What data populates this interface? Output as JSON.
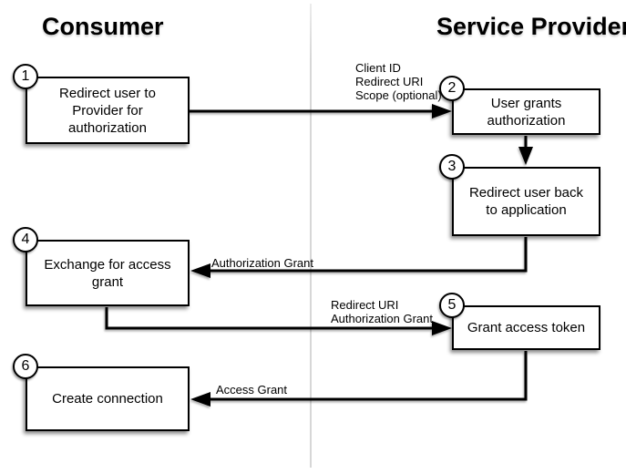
{
  "headers": {
    "consumer": "Consumer",
    "service_provider": "Service Provider"
  },
  "boxes": [
    {
      "number": "1",
      "column": "consumer",
      "text": "Redirect user to\nProvider for\nauthorization"
    },
    {
      "number": "2",
      "column": "service_provider",
      "text": "User grants\nauthorization"
    },
    {
      "number": "3",
      "column": "service_provider",
      "text": "Redirect user back\nto application"
    },
    {
      "number": "4",
      "column": "consumer",
      "text": "Exchange for access\ngrant"
    },
    {
      "number": "5",
      "column": "service_provider",
      "text": "Grant access token"
    },
    {
      "number": "6",
      "column": "consumer",
      "text": "Create connection"
    }
  ],
  "arrows": [
    {
      "from": "1",
      "to": "2",
      "label": "Client ID\nRedirect URI\nScope (optional)"
    },
    {
      "from": "2",
      "to": "3",
      "label": ""
    },
    {
      "from": "3",
      "to": "4",
      "label": "Authorization Grant"
    },
    {
      "from": "4",
      "to": "5",
      "label": "Redirect URI\nAuthorization Grant"
    },
    {
      "from": "5",
      "to": "6",
      "label": "Access Grant"
    }
  ],
  "colors": {
    "line": "#000000",
    "box_fill": "#ffffff",
    "box_border": "#000000",
    "divider": "#d7d7d7",
    "background": "#ffffff"
  }
}
